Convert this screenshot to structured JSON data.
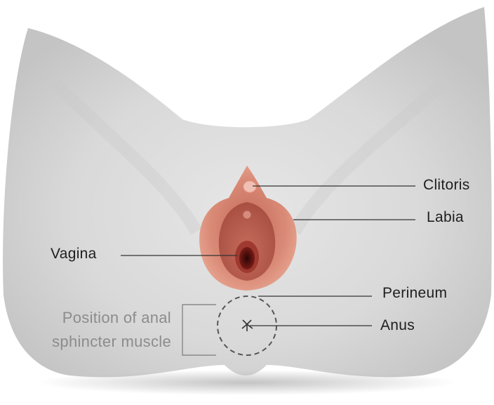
{
  "labels": {
    "clitoris": "Clitoris",
    "labia": "Labia",
    "vagina": "Vagina",
    "perineum": "Perineum",
    "anus": "Anus",
    "sphincter_line1": "Position of anal",
    "sphincter_line2": "sphincter muscle"
  },
  "colors": {
    "skin": "#d6d6d6",
    "labia_outer": "#d9826e",
    "labia_inner": "#b65a4a",
    "opening": "#5a0f0c",
    "leader_line": "#333333",
    "sphincter_label": "#8c8c8c"
  }
}
